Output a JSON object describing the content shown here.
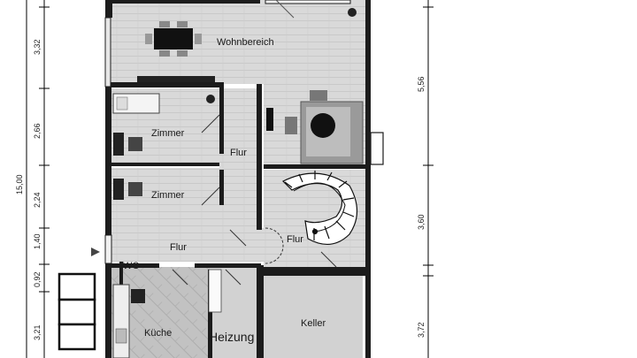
{
  "rooms": {
    "wohnbereich": "Wohnbereich",
    "zimmer_1": "Zimmer",
    "zimmer_2": "Zimmer",
    "flur_1": "Flur",
    "flur_2": "Flur",
    "flur_3": "Flur",
    "wc": "WC",
    "kueche": "Küche",
    "heizung": "Heizung",
    "keller": "Keller"
  },
  "dimensions": {
    "total_height": "15,00",
    "left": [
      "3,32",
      "2,66",
      "2,24",
      "1,40",
      "0,92",
      "3,21"
    ],
    "right": [
      "5,56",
      "3,60",
      "3,72"
    ]
  },
  "colors": {
    "wall": "#1c1c1c",
    "floor": "#d6d6d6",
    "wood_floor": "#bfbfbf",
    "dimension_line": "#000000"
  }
}
